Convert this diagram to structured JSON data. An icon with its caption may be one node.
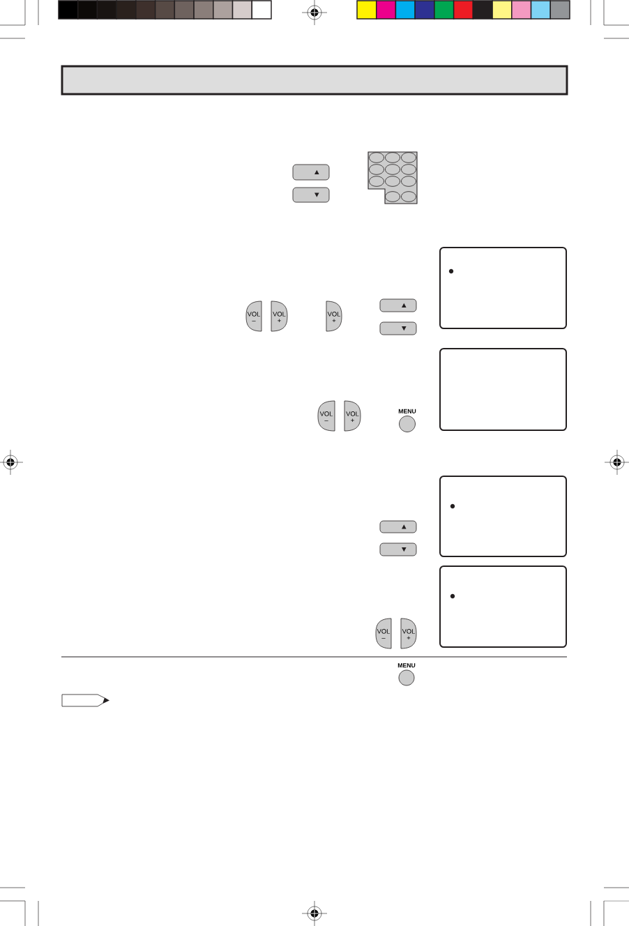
{
  "diagram": {
    "nodes": [
      {
        "text": [],
        "shape": "bar"
      },
      {
        "text": [
          "VOL",
          "–"
        ]
      },
      {
        "text": [
          "VOL",
          "+"
        ]
      },
      {
        "text": [
          "VOL",
          "+"
        ]
      },
      {
        "text": [
          "VOL",
          "–"
        ]
      },
      {
        "text": [
          "VOL",
          "+"
        ]
      },
      {
        "text": [
          "MENU"
        ]
      },
      {
        "text": [
          "VOL",
          "–"
        ]
      },
      {
        "text": [
          "VOL",
          "+"
        ]
      },
      {
        "text": [
          "MENU"
        ]
      }
    ]
  }
}
